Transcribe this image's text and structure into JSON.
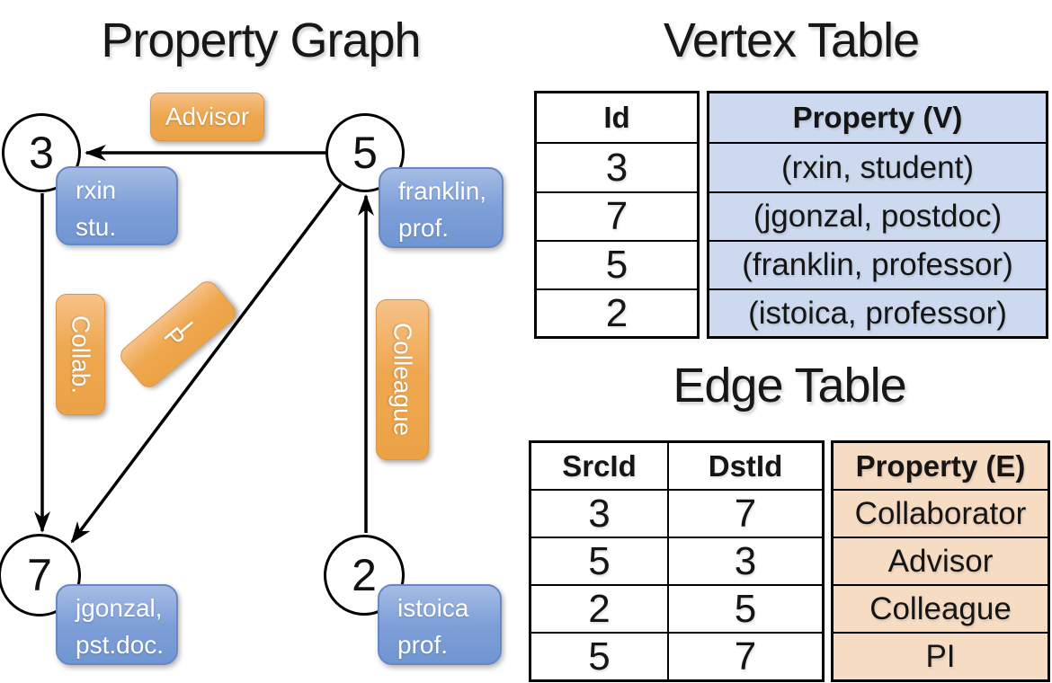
{
  "graph": {
    "title": "Property Graph",
    "nodes": [
      {
        "id": "3"
      },
      {
        "id": "5"
      },
      {
        "id": "7"
      },
      {
        "id": "2"
      }
    ],
    "node_labels": [
      {
        "line1": "rxin",
        "line2": "stu."
      },
      {
        "line1": "franklin,",
        "line2": "prof."
      },
      {
        "line1": "jgonzal,",
        "line2": "pst.doc."
      },
      {
        "line1": "istoica",
        "line2": "prof."
      }
    ],
    "edge_labels": {
      "advisor": "Advisor",
      "collab": "Collab.",
      "colleague": "Colleague",
      "pi": "PI",
      "pi_letters": [
        "P",
        "I"
      ]
    }
  },
  "vertex_table": {
    "title": "Vertex Table",
    "columns": [
      "Id",
      "Property (V)"
    ],
    "rows": [
      {
        "id": "3",
        "property": "(rxin, student)"
      },
      {
        "id": "7",
        "property": "(jgonzal, postdoc)"
      },
      {
        "id": "5",
        "property": "(franklin, professor)"
      },
      {
        "id": "2",
        "property": "(istoica, professor)"
      }
    ]
  },
  "edge_table": {
    "title": "Edge Table",
    "columns": [
      "SrcId",
      "DstId",
      "Property (E)"
    ],
    "rows": [
      {
        "src": "3",
        "dst": "7",
        "property": "Collaborator"
      },
      {
        "src": "5",
        "dst": "3",
        "property": "Advisor"
      },
      {
        "src": "2",
        "dst": "5",
        "property": "Colleague"
      },
      {
        "src": "5",
        "dst": "7",
        "property": "PI"
      }
    ]
  },
  "colors": {
    "vertex_property_fill": "#cdd9ee",
    "edge_property_fill": "#f6dcc3",
    "orange_label": "#efa850",
    "blue_label": "#7f9fd8"
  }
}
